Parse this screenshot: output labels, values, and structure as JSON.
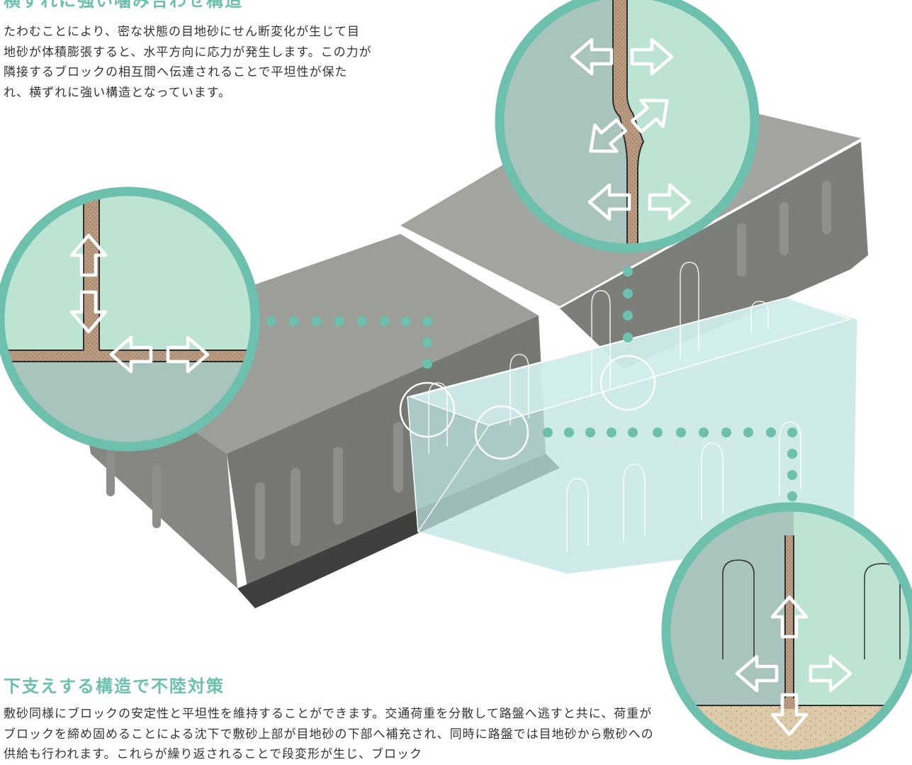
{
  "section1": {
    "title": "横ずれに強い噛み合わせ構造",
    "body": "たわむことにより、密な状態の目地砂にせん断変化が生じて目地砂が体積膨張すると、水平方向に応力が発生します。この力が隣接するブロックの相互間へ伝達されることで平坦性が保たれ、横ずれに強い構造となっています。"
  },
  "section2": {
    "title": "下支えする構造で不陸対策",
    "body": "敷砂同様にブロックの安定性と平坦性を維持することができます。交通荷重を分散して路盤へ逃すと共に、荷重がブロックを締め固めることによる沈下で敷砂上部が目地砂の下部へ補充され、同時に路盤では目地砂から敷砂への供給も行われます。これらが繰り返されることで段変形が生じ、ブロック"
  },
  "colors": {
    "accent": "#6dbfae",
    "concrete_top": "#9a9c98",
    "concrete_side": "#7c7e7a",
    "glass": "#bde4e2",
    "sand": "#b89a80"
  }
}
